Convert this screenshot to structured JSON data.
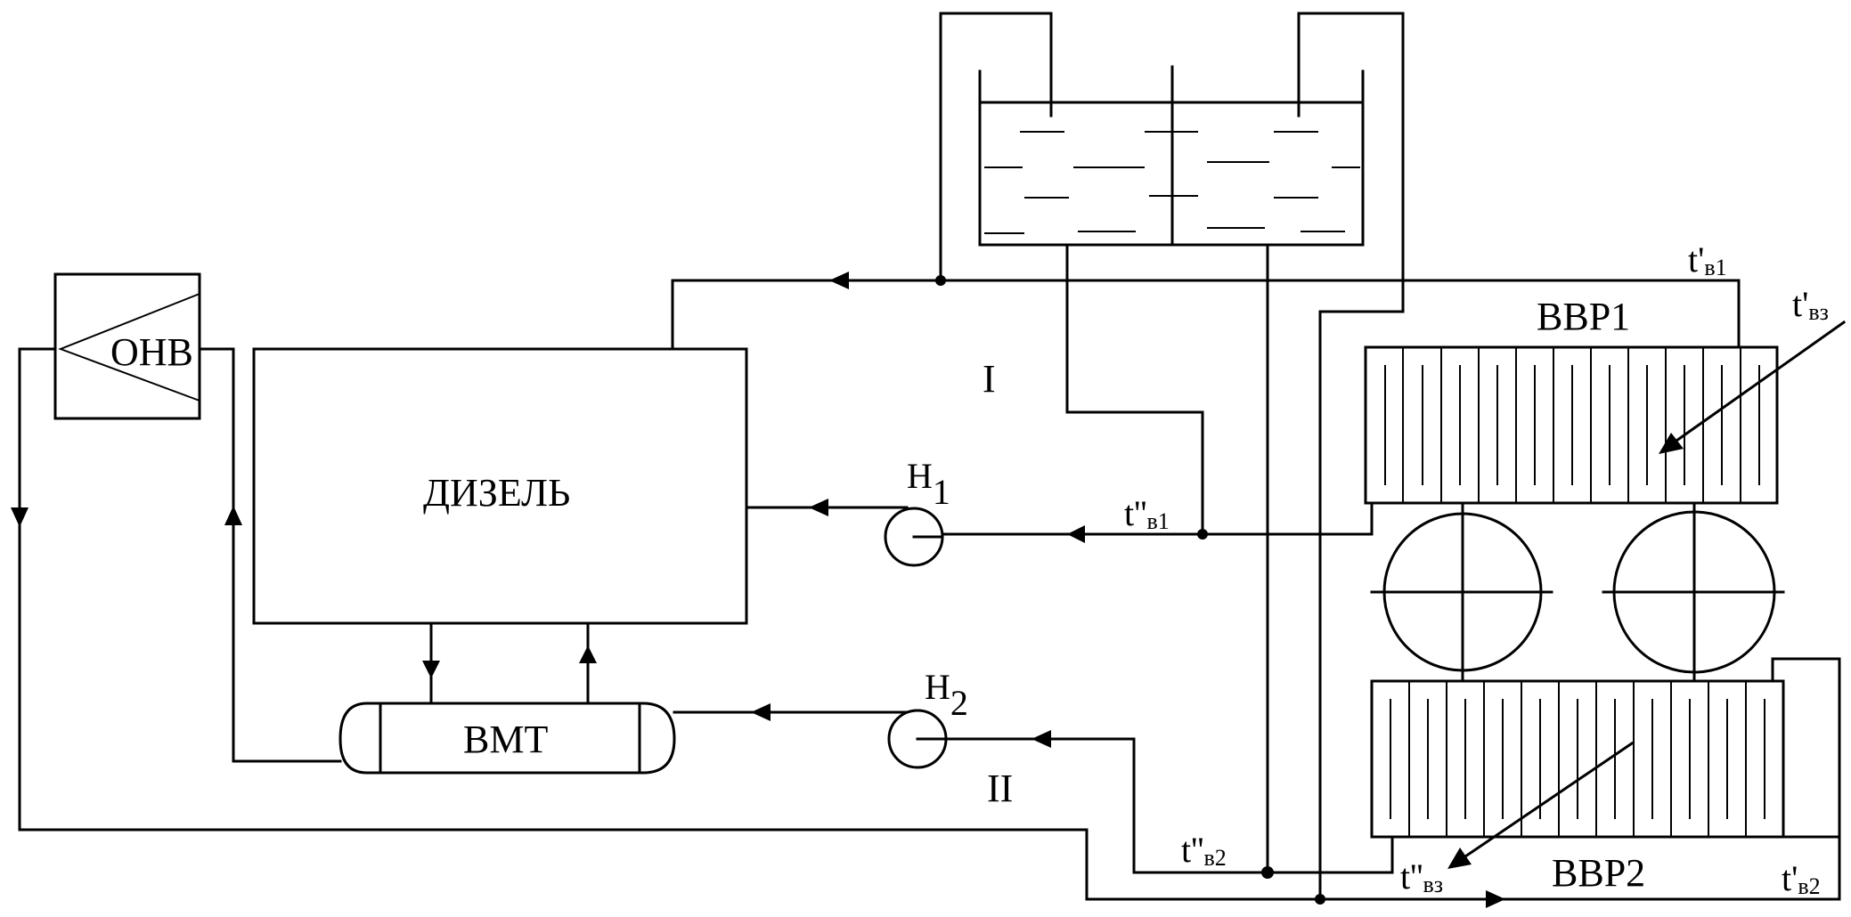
{
  "labels": {
    "onv": "ОНВ",
    "diesel": "ДИЗЕЛЬ",
    "vmt": "ВМТ",
    "vvr1": "ВВР1",
    "vvr2": "ВВР2",
    "circuit1": "I",
    "circuit2": "II",
    "pump1": {
      "main": "H",
      "sub": "1"
    },
    "pump2": {
      "main": "H",
      "sub": "2"
    },
    "t_in_1": {
      "main": "t'",
      "sub": "в1"
    },
    "t_out_1": {
      "main": "t''",
      "sub": "в1"
    },
    "t_in_2": {
      "main": "t'",
      "sub": "в2"
    },
    "t_out_2": {
      "main": "t''",
      "sub": "в2"
    },
    "t_air_in": {
      "main": "t'",
      "sub": "вз"
    },
    "t_air_out": {
      "main": "t''",
      "sub": "вз"
    }
  }
}
